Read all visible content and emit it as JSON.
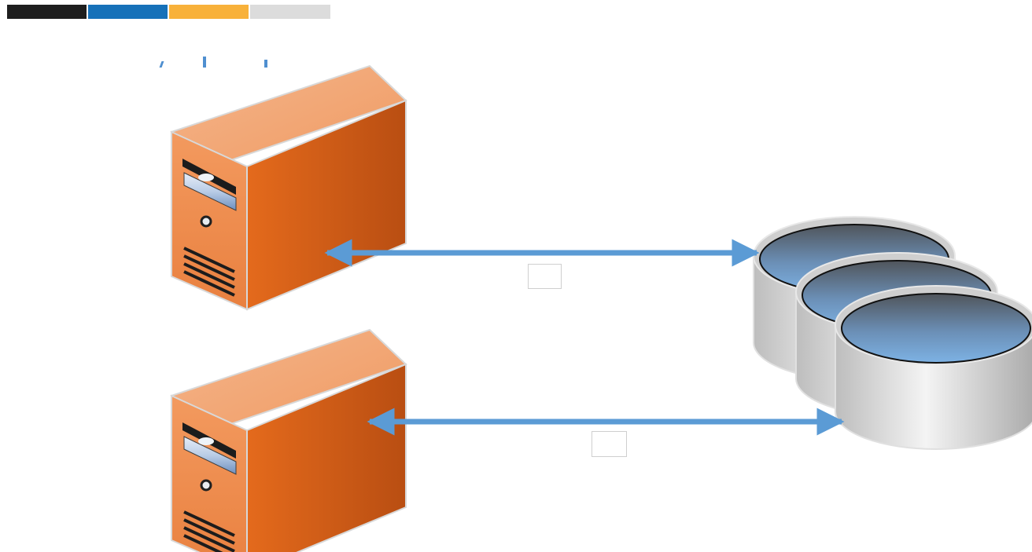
{
  "header": {
    "stripes": [
      {
        "name": "black",
        "color": "#1e1e1e"
      },
      {
        "name": "blue",
        "color": "#1671b9"
      },
      {
        "name": "yellow",
        "color": "#f8b13a"
      },
      {
        "name": "gray",
        "color": "#dcdcdc"
      }
    ]
  },
  "diagram": {
    "nodes": [
      {
        "id": "server-1",
        "icon": "server-tower-icon"
      },
      {
        "id": "server-2",
        "icon": "server-tower-icon"
      },
      {
        "id": "storage",
        "icon": "database-cluster-icon"
      }
    ],
    "edges": [
      {
        "from": "server-1",
        "to": "storage",
        "direction": "bidirectional",
        "label": ""
      },
      {
        "from": "server-2",
        "to": "storage",
        "direction": "bidirectional",
        "label": ""
      }
    ],
    "colors": {
      "arrow": "#5b9bd5",
      "server_front": "#ef8d4b",
      "server_side": "#d5631a",
      "server_top": "#f4a575",
      "db_top_dark": "#555a60",
      "db_top_light": "#79aee0",
      "db_side": "#cfcfcf"
    }
  }
}
